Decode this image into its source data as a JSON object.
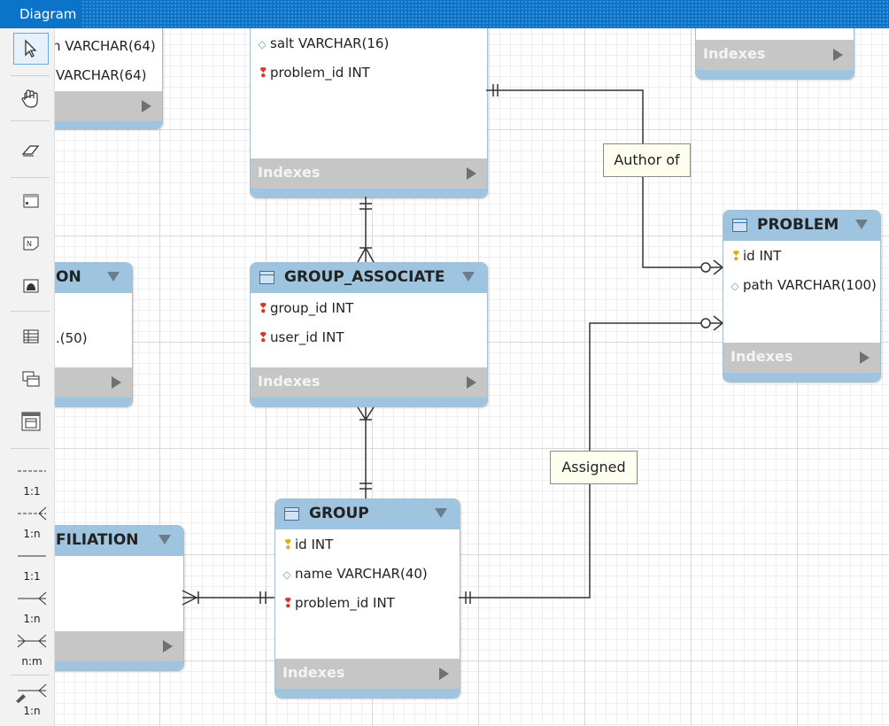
{
  "window": {
    "title": "Diagram"
  },
  "toolbar": {
    "tools": [
      {
        "name": "pointer",
        "icon": "arrow-pointer-icon"
      },
      {
        "name": "hand",
        "icon": "hand-icon"
      },
      {
        "name": "eraser",
        "icon": "eraser-icon"
      },
      {
        "name": "layer",
        "icon": "layer-icon"
      },
      {
        "name": "note",
        "icon": "note-icon"
      },
      {
        "name": "image",
        "icon": "image-icon"
      },
      {
        "name": "table",
        "icon": "table-icon"
      },
      {
        "name": "view",
        "icon": "view-icon"
      },
      {
        "name": "routine-group",
        "icon": "routine-group-icon"
      }
    ],
    "relationships": [
      {
        "label": "1:1"
      },
      {
        "label": "1:n"
      },
      {
        "label": "1:1"
      },
      {
        "label": "1:n"
      },
      {
        "label": "n:m"
      },
      {
        "label": "1:n"
      }
    ]
  },
  "tables": {
    "top_left": {
      "columns": [
        "n VARCHAR(64)",
        "VARCHAR(64)"
      ]
    },
    "top_center": {
      "columns": [
        "salt VARCHAR(16)",
        "problem_id INT"
      ],
      "indexes_label": "Indexes"
    },
    "top_right": {
      "indexes_label": "Indexes"
    },
    "on_partial": {
      "name": "ON",
      "columns": [
        ".(50)"
      ]
    },
    "group_associate": {
      "name": "GROUP_ASSOCIATE",
      "columns": [
        "group_id INT",
        "user_id INT"
      ],
      "indexes_label": "Indexes"
    },
    "problem": {
      "name": "PROBLEM",
      "columns": [
        "id INT",
        "path VARCHAR(100)"
      ],
      "indexes_label": "Indexes"
    },
    "affiliation_partial": {
      "name": "FILIATION"
    },
    "group": {
      "name": "GROUP",
      "columns": [
        "id INT",
        "name VARCHAR(40)",
        "problem_id INT"
      ],
      "indexes_label": "Indexes"
    }
  },
  "relationship_labels": {
    "author_of": "Author of",
    "assigned": "Assigned"
  },
  "colors": {
    "title_bar": "#0b74c9",
    "table_header": "#9ec4df",
    "indexes_bar": "#c6c6c6",
    "label_bg": "#fffff0"
  }
}
